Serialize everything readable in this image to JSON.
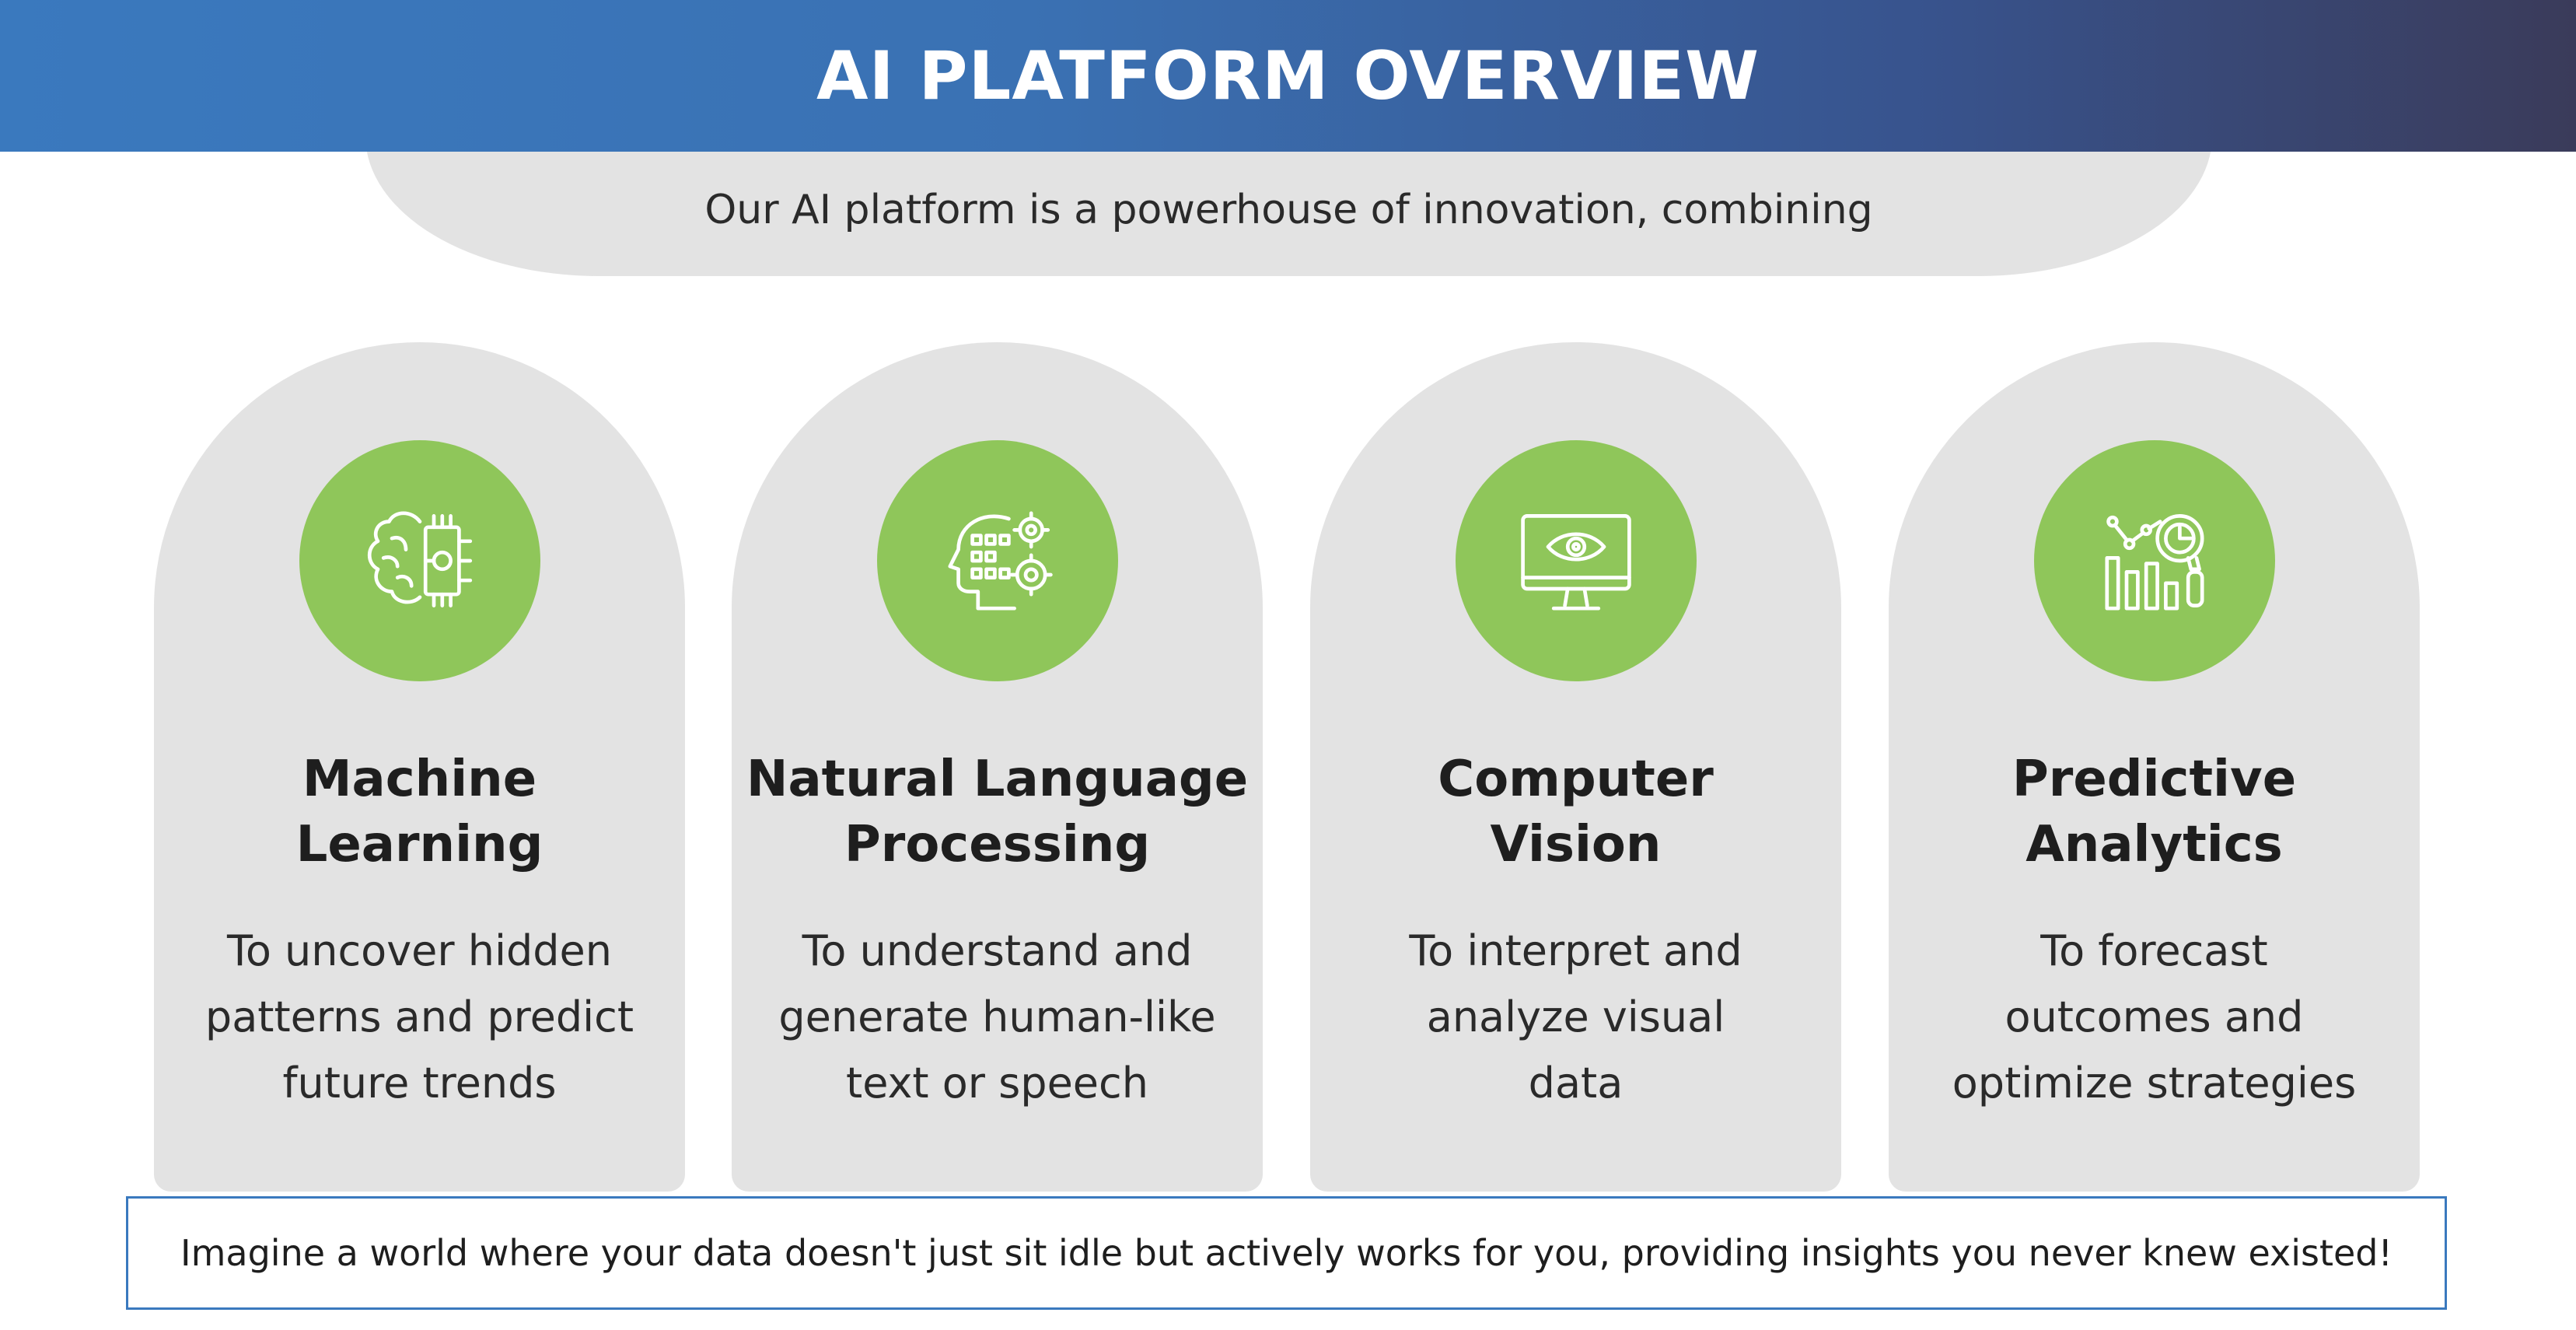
{
  "header": {
    "title": "AI PLATFORM OVERVIEW"
  },
  "intro": {
    "text": "Our AI platform is a powerhouse of innovation, combining"
  },
  "cards": [
    {
      "title": "Machine\nLearning",
      "description": "To uncover hidden\npatterns and predict\nfuture trends",
      "icon": "brain-circuit-icon"
    },
    {
      "title": "Natural Language\nProcessing",
      "description": "To understand and\ngenerate human-like\ntext or speech",
      "icon": "head-gears-icon"
    },
    {
      "title": "Computer\nVision",
      "description": "To interpret and\nanalyze visual\ndata",
      "icon": "monitor-eye-icon"
    },
    {
      "title": "Predictive\nAnalytics",
      "description": "To forecast\noutcomes and\noptimize strategies",
      "icon": "chart-magnifier-icon"
    }
  ],
  "footer": {
    "text": "Imagine a world where your data doesn't just sit idle but actively works for you, providing  insights you never knew existed!"
  },
  "colors": {
    "header_gradient_start": "#3a79be",
    "header_gradient_end": "#3a3b5a",
    "card_background": "#e3e3e3",
    "icon_circle": "#8fc65a",
    "footer_border": "#3a79be"
  }
}
